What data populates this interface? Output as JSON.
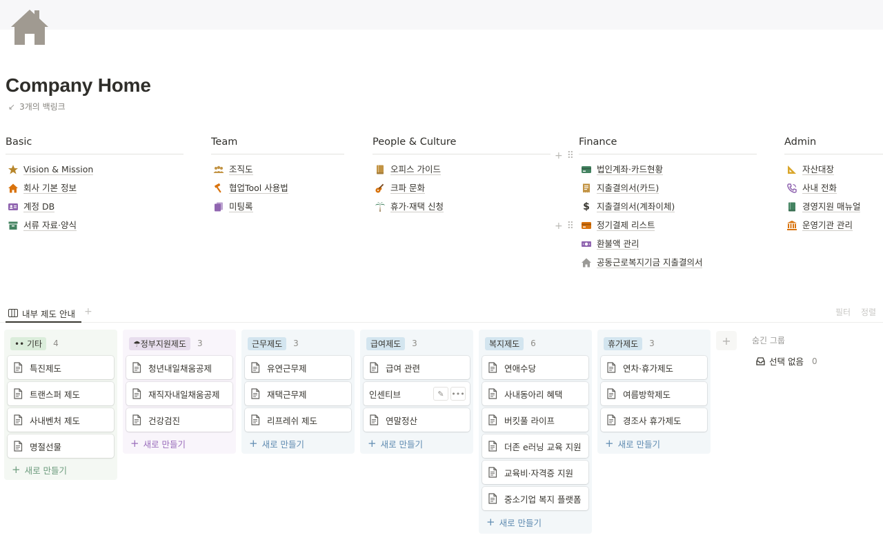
{
  "page": {
    "title": "Company Home",
    "backlinks": "3개의 백링크",
    "icon": "house-icon"
  },
  "columns": [
    {
      "heading": "Basic",
      "items": [
        {
          "label": "Vision & Mission",
          "icon": "star-icon",
          "color": "#b7862b"
        },
        {
          "label": "회사 기본 정보",
          "icon": "house-icon",
          "color": "#d9730d"
        },
        {
          "label": "계정 DB",
          "icon": "id-card-icon",
          "color": "#9065b0"
        },
        {
          "label": "서류 자료·양식",
          "icon": "archive-box-icon",
          "color": "#448361"
        }
      ]
    },
    {
      "heading": "Team",
      "items": [
        {
          "label": "조직도",
          "icon": "people-group-icon",
          "color": "#c29343"
        },
        {
          "label": "협업Tool 사용법",
          "icon": "hammer-icon",
          "color": "#d9730d"
        },
        {
          "label": "미팅록",
          "icon": "document-stack-icon",
          "color": "#9065b0"
        }
      ]
    },
    {
      "heading": "People & Culture",
      "items": [
        {
          "label": "오피스 가이드",
          "icon": "book-icon",
          "color": "#c29343"
        },
        {
          "label": "크파 문화",
          "icon": "guitar-icon",
          "color": "#d9730d"
        },
        {
          "label": "휴가·재택 신청",
          "icon": "palm-tree-icon",
          "color": "#448361"
        }
      ]
    },
    {
      "heading": "Finance",
      "items": [
        {
          "label": "법인계좌·카드현황",
          "icon": "credit-card-icon",
          "color": "#448361"
        },
        {
          "label": "지출결의서(카드)",
          "icon": "receipt-icon",
          "color": "#c29343"
        },
        {
          "label": "지출결의서(계좌이체)",
          "icon": "dollar-icon",
          "color": "#37352f"
        },
        {
          "label": "정기결제 리스트",
          "icon": "credit-card-icon",
          "color": "#d9730d"
        },
        {
          "label": "환불액 관리",
          "icon": "banknote-icon",
          "color": "#9065b0"
        },
        {
          "label": "공동근로복지기금 지출결의서",
          "icon": "house-icon",
          "color": "#9b9a97"
        }
      ]
    },
    {
      "heading": "Admin",
      "items": [
        {
          "label": "자산대장",
          "icon": "triangle-ruler-icon",
          "color": "#d9a62b"
        },
        {
          "label": "사내 전화",
          "icon": "phone-icon",
          "color": "#9065b0"
        },
        {
          "label": "경영지원 매뉴얼",
          "icon": "book-icon",
          "color": "#448361"
        },
        {
          "label": "운영기관 관리",
          "icon": "bank-building-icon",
          "color": "#d9730d"
        }
      ]
    }
  ],
  "database": {
    "tab_label": "내부 제도 안내",
    "tab_icon": "board-icon",
    "filter_label": "필터",
    "sort_label": "정렬",
    "new_label": "새로 만들기",
    "groups": [
      {
        "name": "•• 기타",
        "count": "4",
        "bg": "#f4f8f3",
        "pill": "#dbeddb",
        "accent": "#6c9b7d",
        "cards": [
          "특진제도",
          "트랜스퍼 제도",
          "사내벤처 제도",
          "명절선물"
        ]
      },
      {
        "name": "☂정부지원제도",
        "count": "3",
        "bg": "#f9f5fb",
        "pill": "#e8deee",
        "accent": "#9a6dbb",
        "cards": [
          "청년내일채움공제",
          "재직자내일채움공제",
          "건강검진"
        ]
      },
      {
        "name": "근무제도",
        "count": "3",
        "bg": "#f3f7f9",
        "pill": "#d3e5ef",
        "accent": "#5f8bb1",
        "cards": [
          "유연근무제",
          "재택근무제",
          "리프레쉬 제도"
        ]
      },
      {
        "name": "급여제도",
        "count": "3",
        "bg": "#f3f7f9",
        "pill": "#d3e5ef",
        "accent": "#5f8bb1",
        "cards": [
          "급여 관련",
          "인센티브",
          "연말정산"
        ]
      },
      {
        "name": "복지제도",
        "count": "6",
        "bg": "#f3f7f9",
        "pill": "#d3e5ef",
        "accent": "#5f8bb1",
        "cards": [
          "연애수당",
          "사내동아리 혜택",
          "버킷풀 라이프",
          "더존 e러닝 교육 지원",
          "교육비·자격증 지원",
          "중소기업 복지 플랫폼"
        ]
      },
      {
        "name": "휴가제도",
        "count": "3",
        "bg": "#f3f7f9",
        "pill": "#d3e5ef",
        "accent": "#5f8bb1",
        "cards": [
          "연차·휴가제도",
          "여름방학제도",
          "경조사 휴가제도"
        ]
      }
    ],
    "hidden_groups_label": "숨긴 그룹",
    "hidden_item": {
      "label": "선택 없음",
      "count": "0",
      "icon": "inbox-icon"
    }
  }
}
